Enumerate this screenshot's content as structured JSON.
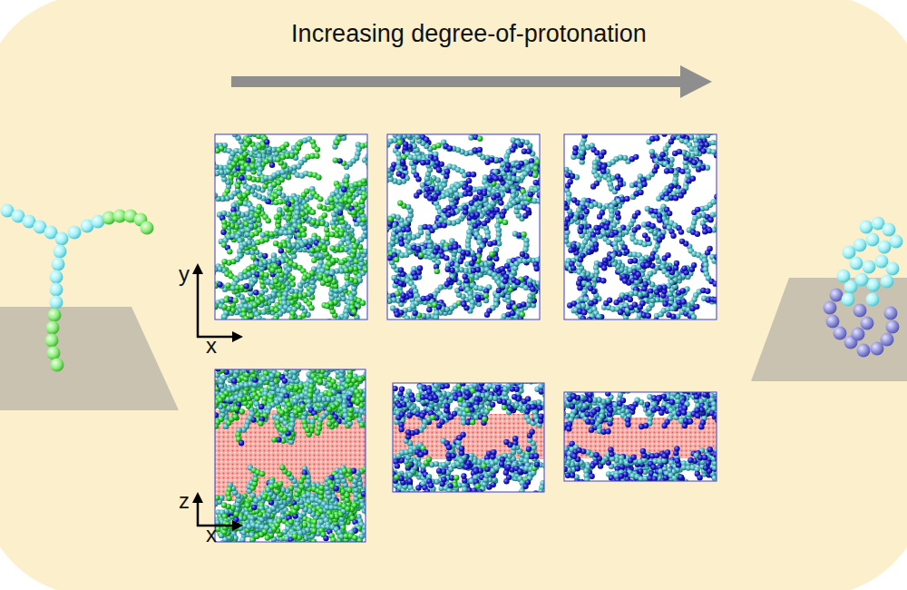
{
  "diagram": {
    "title": "Increasing degree-of-protonation",
    "labels": [
      "y",
      "x",
      "z",
      "x"
    ]
  }
}
